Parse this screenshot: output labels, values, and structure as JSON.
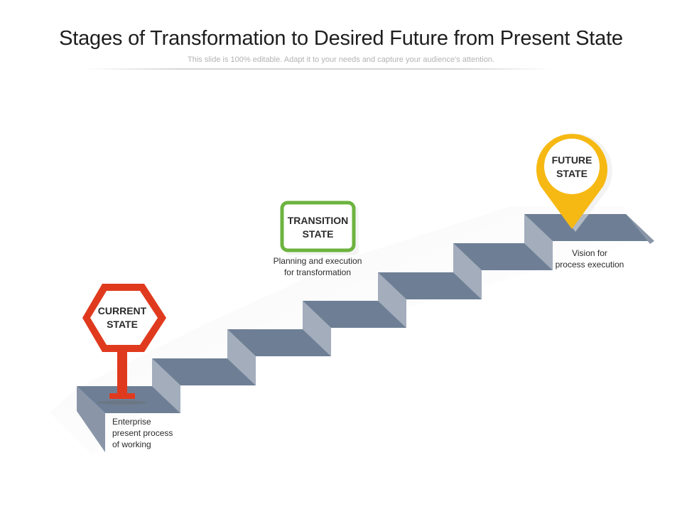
{
  "slide": {
    "title": "Stages of Transformation to Desired Future from Present State",
    "subtitle": "This slide is 100% editable. Adapt it to your needs and capture your audience's attention."
  },
  "stages": [
    {
      "label_line1": "CURRENT",
      "label_line2": "STATE",
      "description": [
        "Enterprise",
        "present process",
        "of working"
      ],
      "marker": "stop-sign-icon",
      "color": "#e03a1e"
    },
    {
      "label_line1": "TRANSITION",
      "label_line2": "STATE",
      "description": [
        "Planning and execution",
        "for transformation"
      ],
      "marker": "rounded-square-icon",
      "color": "#6cb33f"
    },
    {
      "label_line1": "FUTURE",
      "label_line2": "STATE",
      "description": [
        "Vision for",
        "process execution"
      ],
      "marker": "map-pin-icon",
      "color": "#f6b913"
    }
  ],
  "colors": {
    "step_top": "#6e7f95",
    "step_riser": "#a3adbc",
    "step_side": "#8a96a8"
  }
}
